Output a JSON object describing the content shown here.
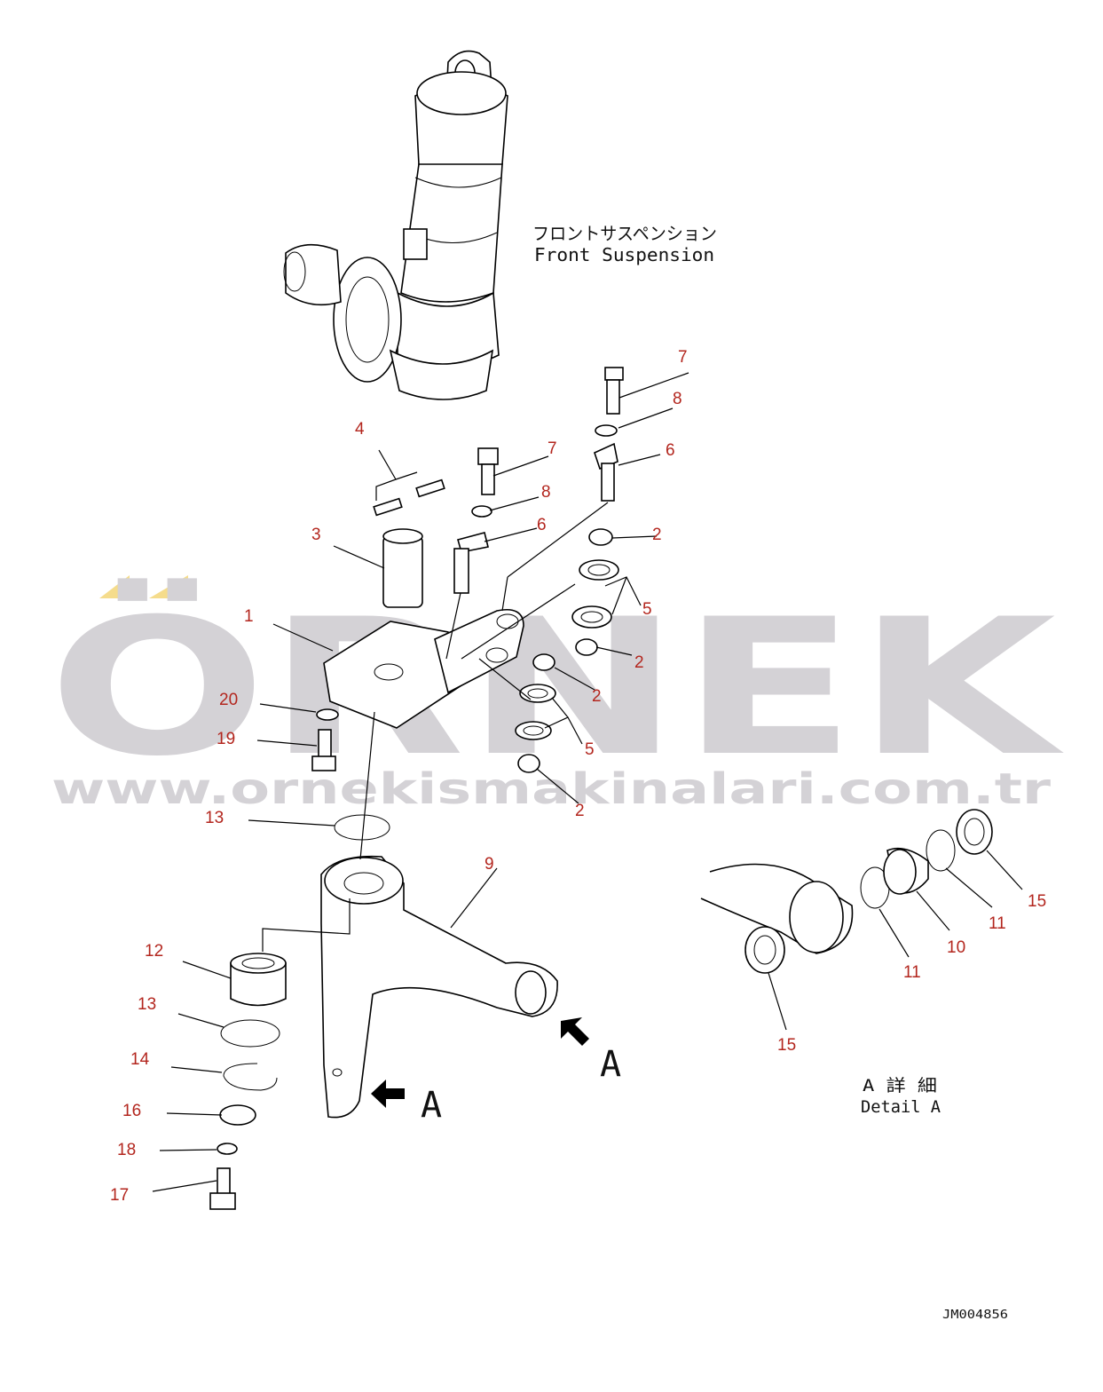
{
  "header": {
    "title_jp": "フロントサスペンション",
    "title_en": "Front Suspension"
  },
  "watermark": {
    "brand": "ÖRNEK",
    "url": "www.ornekismakinalari.com.tr",
    "color": "#d4d2d6",
    "accent": "#f5dc8c"
  },
  "callouts": [
    "1",
    "2",
    "2",
    "2",
    "2",
    "3",
    "4",
    "5",
    "5",
    "6",
    "6",
    "7",
    "7",
    "8",
    "8",
    "9",
    "10",
    "11",
    "11",
    "12",
    "13",
    "13",
    "14",
    "15",
    "15",
    "16",
    "17",
    "18",
    "19",
    "20"
  ],
  "view_markers": [
    "A",
    "A"
  ],
  "detail": {
    "title_jp": "A 詳 細",
    "title_en": "Detail A"
  },
  "drawing_number": "JM004856",
  "colors": {
    "callout": "#b3261e",
    "line": "#000000"
  }
}
